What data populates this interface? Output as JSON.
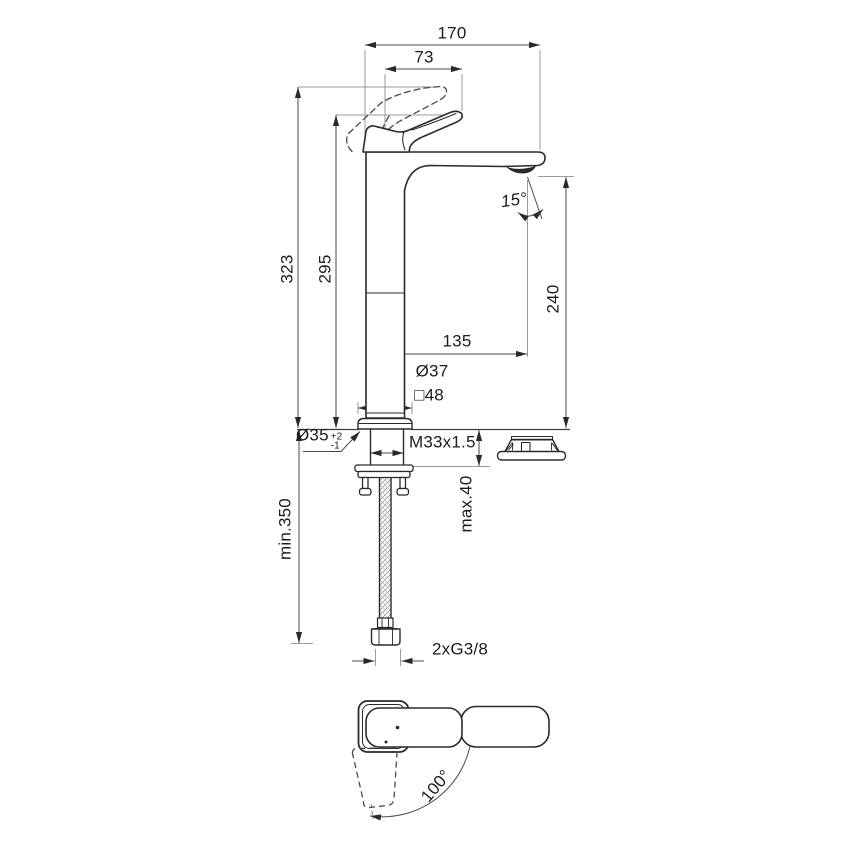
{
  "drawing": {
    "colors": {
      "background": "#ffffff",
      "part_outline": "#2a2a2a",
      "dimension_lines": "#4a4a4a",
      "reference_lines": "#999999"
    },
    "labels": {
      "total_width": "170",
      "handle_length": "73",
      "height_handle_raised": "323",
      "height_handle_rest": "295",
      "outlet_height": "240",
      "spout_reach": "135",
      "outlet_angle": "15°",
      "body_diameter": "Ø37",
      "base_square_width": "□48",
      "mounting_hole_diameter": "Ø35",
      "mounting_hole_tol_upper": "+2",
      "mounting_hole_tol_lower": "-1",
      "shank_thread": "M33x1.5",
      "max_deck_thickness": "max.40",
      "min_hose_length": "min.350",
      "hose_connections": "2xG3/8",
      "handle_swivel_angle": "100°"
    }
  }
}
